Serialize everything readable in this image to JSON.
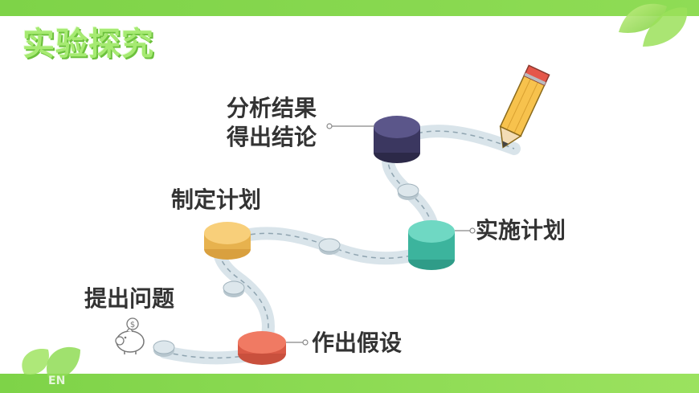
{
  "title": "实验探究",
  "steps": {
    "ask": "提出问题",
    "hypothesis": "作出假设",
    "plan": "制定计划",
    "execute": "实施计划",
    "analyze_line1": "分析结果",
    "analyze_line2": "得出结论"
  },
  "watermark": "EN",
  "icons": [
    "piggy-bank-icon",
    "dollar-coin-icon",
    "pencil-icon",
    "leaf-icon"
  ],
  "colors": {
    "green": "#7ed348",
    "ask": "#c9d7de",
    "hypothesis": "#f07a63",
    "plan": "#f6c46a",
    "execute": "#4fc8b0",
    "analyze": "#4a4670"
  }
}
